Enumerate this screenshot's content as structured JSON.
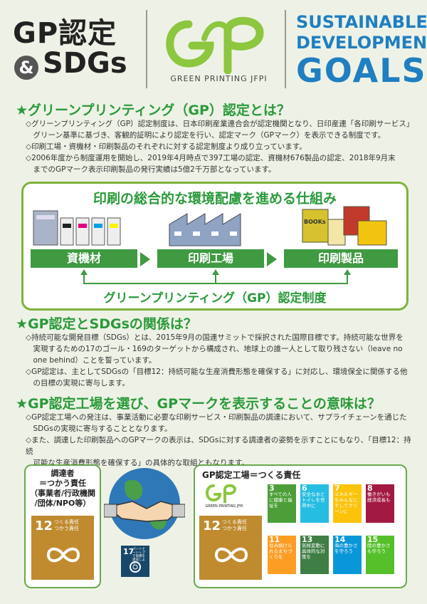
{
  "header": {
    "title_line1": "GP認定",
    "ampersand": "&",
    "title_line2": "SDGs",
    "gp_logo_sub": "GREEN PRINTING JFPI",
    "sdg_line1": "SUSTAINABLE",
    "sdg_line2": "DEVELOPMENT",
    "sdg_line3": "GOALS"
  },
  "section1": {
    "heading": "★グリーンプリンティング（GP）認定とは？",
    "bullets": [
      "◇グリーンプリンティング（GP）認定制度は、日本印刷産業連合会が認定機関となり、日印産連「各印刷サービス」",
      "　グリーン基準に基づき、客観的証明により認定を行い、認定マーク（GPマーク）を表示できる制度です。",
      "◇印刷工場・資機材・印刷製品のそれぞれに対する認定制度より成り立っています。",
      "◇2006年度から制度運用を開始し、2019年4月時点で397工場の認定、資機材676製品の認定、2018年9月末",
      "　までのGPマーク表示印刷製品の発行実績は5億2千万部となっています。"
    ]
  },
  "diagram": {
    "title": "印刷の総合的な環境配慮を進める仕組み",
    "stages": [
      "資機材",
      "印刷工場",
      "印刷製品"
    ],
    "footer": "グリーンプリンティング（GP）認定制度",
    "book_label": "BOOKs"
  },
  "section2": {
    "heading": "★GP認定とSDGsの関係は？",
    "bullets": [
      "◇持続可能な開発目標（SDGs）とは、2015年9月の国連サミットで採択された国際目標です。持続可能な世界を",
      "　実現するための17のゴール・169のターゲットから構成され、地球上の誰一人として取り残さない（leave no",
      "　one behind）ことを誓っています。",
      "◇GP認定は、主としてSDGsの「目標12：持続可能な生産消費形態を確保する」に対応し、環境保全に関係する他",
      "　の目標の実現に寄与します。"
    ]
  },
  "section3": {
    "heading": "★GP認定工場を選び、GPマークを表示することの意味は？",
    "bullets": [
      "◇GP認定工場への発注は、事業活動に必要な印刷サービス・印刷製品の調達において、サプライチェーンを通じた",
      "　SDGsの実現に寄与することとなります。",
      "◇また、調達した印刷製品へのGPマークの表示は、SDGsに対する調達者の姿勢を示すことにもなり、「目標12：持続",
      "　可能な生産消費形態を確保する」の具体的な取組ともなります。"
    ]
  },
  "bottom_left": {
    "title1": "調達者",
    "title2": "＝つかう責任",
    "title3": "（事業者/行政機関",
    "title4": "/団体/NPO等）",
    "goal12_num": "12",
    "goal12_text1": "つくる責任",
    "goal12_text2": "つかう責任"
  },
  "goal17": {
    "num": "17",
    "text": "パートナーシップで目標を達成しよう"
  },
  "bottom_right": {
    "title": "GP認定工場＝つくる責任",
    "gp_logo_sub": "GREEN PRINTING JFPI",
    "goal12_num": "12",
    "goal12_text1": "つくる責任",
    "goal12_text2": "つかう責任",
    "tiles": [
      {
        "num": "3",
        "text": "すべての人に健康と福祉を",
        "color": "#4c9f38"
      },
      {
        "num": "6",
        "text": "安全な水とトイレを世界中に",
        "color": "#26bde2"
      },
      {
        "num": "7",
        "text": "エネルギーをみんなにそしてクリーンに",
        "color": "#fcc30b"
      },
      {
        "num": "8",
        "text": "働きがいも経済成長も",
        "color": "#a21942"
      },
      {
        "num": "11",
        "text": "住み続けられるまちづくりを",
        "color": "#fd9d24"
      },
      {
        "num": "13",
        "text": "気候変動に具体的な対策を",
        "color": "#3f7e44"
      },
      {
        "num": "14",
        "text": "海の豊かさを守ろう",
        "color": "#0a97d9"
      },
      {
        "num": "15",
        "text": "陸の豊かさも守ろう",
        "color": "#56c02b"
      }
    ]
  }
}
